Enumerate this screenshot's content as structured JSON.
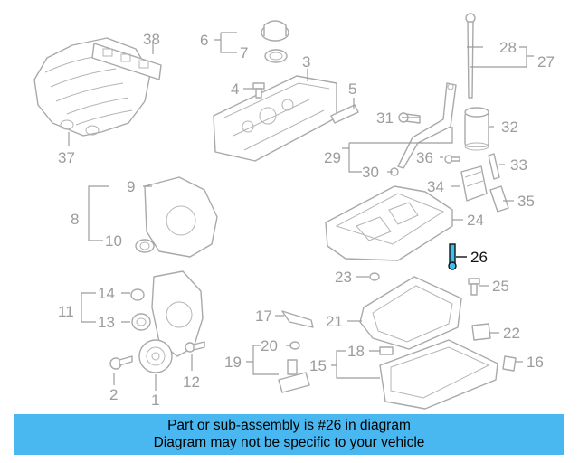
{
  "diagram": {
    "highlighted_part": "26",
    "callouts": [
      "1",
      "2",
      "3",
      "4",
      "5",
      "6",
      "7",
      "8",
      "9",
      "10",
      "11",
      "12",
      "13",
      "14",
      "15",
      "16",
      "17",
      "18",
      "19",
      "20",
      "21",
      "22",
      "23",
      "24",
      "25",
      "26",
      "27",
      "28",
      "29",
      "30",
      "31",
      "32",
      "33",
      "34",
      "35",
      "36",
      "37",
      "38"
    ],
    "colors": {
      "linework": "#a9a9a9",
      "highlight_fill": "#3cc0f0",
      "highlight_text": "#111111",
      "banner": "#4ab8f0"
    }
  },
  "banner": {
    "line1": "Part or sub-assembly is #26 in diagram",
    "line2": "Diagram may not be specific to your vehicle"
  }
}
